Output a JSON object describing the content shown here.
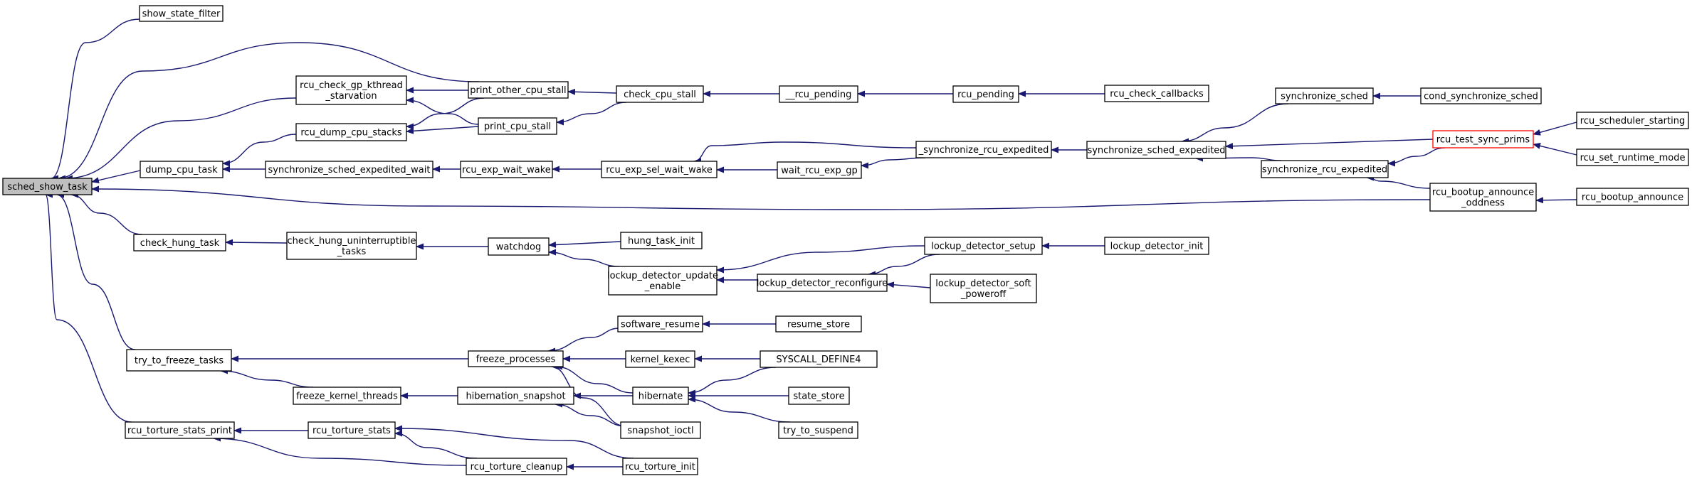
{
  "diagram": {
    "type": "call-graph",
    "root": "sched_show_task",
    "colors": {
      "edge": "#191970",
      "node_border": "#000000",
      "root_fill": "#bfbfbf",
      "highlight_border": "#ff0000",
      "background": "#ffffff"
    },
    "nodes": [
      {
        "id": "sched_show_task",
        "label": "sched_show_task",
        "style": "root"
      },
      {
        "id": "show_state_filter",
        "label": "show_state_filter"
      },
      {
        "id": "rcu_check_gp_kthread_starvation",
        "label": "rcu_check_gp_kthread\n_starvation"
      },
      {
        "id": "print_other_cpu_stall",
        "label": "print_other_cpu_stall"
      },
      {
        "id": "check_cpu_stall",
        "label": "check_cpu_stall"
      },
      {
        "id": "__rcu_pending",
        "label": "__rcu_pending"
      },
      {
        "id": "rcu_pending",
        "label": "rcu_pending"
      },
      {
        "id": "rcu_check_callbacks",
        "label": "rcu_check_callbacks"
      },
      {
        "id": "rcu_dump_cpu_stacks",
        "label": "rcu_dump_cpu_stacks"
      },
      {
        "id": "print_cpu_stall",
        "label": "print_cpu_stall"
      },
      {
        "id": "dump_cpu_task",
        "label": "dump_cpu_task"
      },
      {
        "id": "synchronize_sched_expedited_wait",
        "label": "synchronize_sched_expedited_wait"
      },
      {
        "id": "rcu_exp_wait_wake",
        "label": "rcu_exp_wait_wake"
      },
      {
        "id": "rcu_exp_sel_wait_wake",
        "label": "rcu_exp_sel_wait_wake"
      },
      {
        "id": "wait_rcu_exp_gp",
        "label": "wait_rcu_exp_gp"
      },
      {
        "id": "_synchronize_rcu_expedited",
        "label": "_synchronize_rcu_expedited"
      },
      {
        "id": "synchronize_sched_expedited",
        "label": "synchronize_sched_expedited"
      },
      {
        "id": "synchronize_sched",
        "label": "synchronize_sched"
      },
      {
        "id": "cond_synchronize_sched",
        "label": "cond_synchronize_sched"
      },
      {
        "id": "synchronize_rcu_expedited",
        "label": "synchronize_rcu_expedited"
      },
      {
        "id": "rcu_test_sync_prims",
        "label": "rcu_test_sync_prims",
        "style": "highlight"
      },
      {
        "id": "rcu_scheduler_starting",
        "label": "rcu_scheduler_starting"
      },
      {
        "id": "rcu_set_runtime_mode",
        "label": "rcu_set_runtime_mode"
      },
      {
        "id": "rcu_bootup_announce_oddness",
        "label": "rcu_bootup_announce\n_oddness"
      },
      {
        "id": "rcu_bootup_announce",
        "label": "rcu_bootup_announce"
      },
      {
        "id": "check_hung_task",
        "label": "check_hung_task"
      },
      {
        "id": "check_hung_uninterruptible_tasks",
        "label": "check_hung_uninterruptible\n_tasks"
      },
      {
        "id": "watchdog",
        "label": "watchdog"
      },
      {
        "id": "hung_task_init",
        "label": "hung_task_init"
      },
      {
        "id": "lockup_detector_update_enable",
        "label": "lockup_detector_update\n_enable"
      },
      {
        "id": "lockup_detector_reconfigure",
        "label": "lockup_detector_reconfigure"
      },
      {
        "id": "lockup_detector_setup",
        "label": "lockup_detector_setup"
      },
      {
        "id": "lockup_detector_init",
        "label": "lockup_detector_init"
      },
      {
        "id": "lockup_detector_soft_poweroff",
        "label": "lockup_detector_soft\n_poweroff"
      },
      {
        "id": "try_to_freeze_tasks",
        "label": "try_to_freeze_tasks"
      },
      {
        "id": "freeze_processes",
        "label": "freeze_processes"
      },
      {
        "id": "software_resume",
        "label": "software_resume"
      },
      {
        "id": "resume_store",
        "label": "resume_store"
      },
      {
        "id": "kernel_kexec",
        "label": "kernel_kexec"
      },
      {
        "id": "SYSCALL_DEFINE4",
        "label": "SYSCALL_DEFINE4"
      },
      {
        "id": "hibernate",
        "label": "hibernate"
      },
      {
        "id": "state_store",
        "label": "state_store"
      },
      {
        "id": "try_to_suspend",
        "label": "try_to_suspend"
      },
      {
        "id": "freeze_kernel_threads",
        "label": "freeze_kernel_threads"
      },
      {
        "id": "hibernation_snapshot",
        "label": "hibernation_snapshot"
      },
      {
        "id": "snapshot_ioctl",
        "label": "snapshot_ioctl"
      },
      {
        "id": "rcu_torture_stats_print",
        "label": "rcu_torture_stats_print"
      },
      {
        "id": "rcu_torture_stats",
        "label": "rcu_torture_stats"
      },
      {
        "id": "rcu_torture_cleanup",
        "label": "rcu_torture_cleanup"
      },
      {
        "id": "rcu_torture_init",
        "label": "rcu_torture_init"
      }
    ],
    "edges": [
      {
        "from": "show_state_filter",
        "to": "sched_show_task"
      },
      {
        "from": "rcu_check_gp_kthread_starvation",
        "to": "sched_show_task"
      },
      {
        "from": "print_other_cpu_stall",
        "to": "sched_show_task"
      },
      {
        "from": "dump_cpu_task",
        "to": "sched_show_task"
      },
      {
        "from": "rcu_bootup_announce_oddness",
        "to": "sched_show_task"
      },
      {
        "from": "check_hung_task",
        "to": "sched_show_task"
      },
      {
        "from": "try_to_freeze_tasks",
        "to": "sched_show_task"
      },
      {
        "from": "rcu_torture_stats_print",
        "to": "sched_show_task"
      },
      {
        "from": "print_other_cpu_stall",
        "to": "rcu_check_gp_kthread_starvation"
      },
      {
        "from": "print_cpu_stall",
        "to": "rcu_check_gp_kthread_starvation"
      },
      {
        "from": "check_cpu_stall",
        "to": "print_other_cpu_stall"
      },
      {
        "from": "__rcu_pending",
        "to": "check_cpu_stall"
      },
      {
        "from": "rcu_pending",
        "to": "__rcu_pending"
      },
      {
        "from": "rcu_check_callbacks",
        "to": "rcu_pending"
      },
      {
        "from": "rcu_dump_cpu_stacks",
        "to": "dump_cpu_task"
      },
      {
        "from": "print_other_cpu_stall",
        "to": "rcu_dump_cpu_stacks"
      },
      {
        "from": "print_cpu_stall",
        "to": "rcu_dump_cpu_stacks"
      },
      {
        "from": "check_cpu_stall",
        "to": "print_cpu_stall"
      },
      {
        "from": "synchronize_sched_expedited_wait",
        "to": "dump_cpu_task"
      },
      {
        "from": "rcu_exp_wait_wake",
        "to": "synchronize_sched_expedited_wait"
      },
      {
        "from": "rcu_exp_sel_wait_wake",
        "to": "rcu_exp_wait_wake"
      },
      {
        "from": "wait_rcu_exp_gp",
        "to": "rcu_exp_sel_wait_wake"
      },
      {
        "from": "_synchronize_rcu_expedited",
        "to": "rcu_exp_sel_wait_wake"
      },
      {
        "from": "_synchronize_rcu_expedited",
        "to": "wait_rcu_exp_gp"
      },
      {
        "from": "synchronize_sched_expedited",
        "to": "_synchronize_rcu_expedited"
      },
      {
        "from": "synchronize_sched",
        "to": "synchronize_sched_expedited"
      },
      {
        "from": "cond_synchronize_sched",
        "to": "synchronize_sched"
      },
      {
        "from": "rcu_test_sync_prims",
        "to": "synchronize_sched_expedited"
      },
      {
        "from": "synchronize_rcu_expedited",
        "to": "synchronize_sched_expedited"
      },
      {
        "from": "rcu_test_sync_prims",
        "to": "synchronize_rcu_expedited"
      },
      {
        "from": "rcu_bootup_announce_oddness",
        "to": "synchronize_rcu_expedited"
      },
      {
        "from": "rcu_scheduler_starting",
        "to": "rcu_test_sync_prims"
      },
      {
        "from": "rcu_set_runtime_mode",
        "to": "rcu_test_sync_prims"
      },
      {
        "from": "rcu_bootup_announce",
        "to": "rcu_bootup_announce_oddness"
      },
      {
        "from": "check_hung_uninterruptible_tasks",
        "to": "check_hung_task"
      },
      {
        "from": "watchdog",
        "to": "check_hung_uninterruptible_tasks"
      },
      {
        "from": "hung_task_init",
        "to": "watchdog"
      },
      {
        "from": "lockup_detector_update_enable",
        "to": "watchdog"
      },
      {
        "from": "lockup_detector_setup",
        "to": "lockup_detector_update_enable"
      },
      {
        "from": "lockup_detector_reconfigure",
        "to": "lockup_detector_update_enable"
      },
      {
        "from": "lockup_detector_setup",
        "to": "lockup_detector_reconfigure"
      },
      {
        "from": "lockup_detector_init",
        "to": "lockup_detector_setup"
      },
      {
        "from": "lockup_detector_soft_poweroff",
        "to": "lockup_detector_reconfigure"
      },
      {
        "from": "freeze_processes",
        "to": "try_to_freeze_tasks"
      },
      {
        "from": "freeze_kernel_threads",
        "to": "try_to_freeze_tasks"
      },
      {
        "from": "software_resume",
        "to": "freeze_processes"
      },
      {
        "from": "resume_store",
        "to": "software_resume"
      },
      {
        "from": "kernel_kexec",
        "to": "freeze_processes"
      },
      {
        "from": "SYSCALL_DEFINE4",
        "to": "kernel_kexec"
      },
      {
        "from": "hibernate",
        "to": "freeze_processes"
      },
      {
        "from": "snapshot_ioctl",
        "to": "freeze_processes"
      },
      {
        "from": "SYSCALL_DEFINE4",
        "to": "hibernate"
      },
      {
        "from": "state_store",
        "to": "hibernate"
      },
      {
        "from": "try_to_suspend",
        "to": "hibernate"
      },
      {
        "from": "hibernation_snapshot",
        "to": "freeze_kernel_threads"
      },
      {
        "from": "hibernate",
        "to": "hibernation_snapshot"
      },
      {
        "from": "snapshot_ioctl",
        "to": "hibernation_snapshot"
      },
      {
        "from": "rcu_torture_stats",
        "to": "rcu_torture_stats_print"
      },
      {
        "from": "rcu_torture_cleanup",
        "to": "rcu_torture_stats_print"
      },
      {
        "from": "rcu_torture_cleanup",
        "to": "rcu_torture_stats"
      },
      {
        "from": "rcu_torture_init",
        "to": "rcu_torture_stats"
      },
      {
        "from": "rcu_torture_init",
        "to": "rcu_torture_cleanup"
      }
    ]
  }
}
